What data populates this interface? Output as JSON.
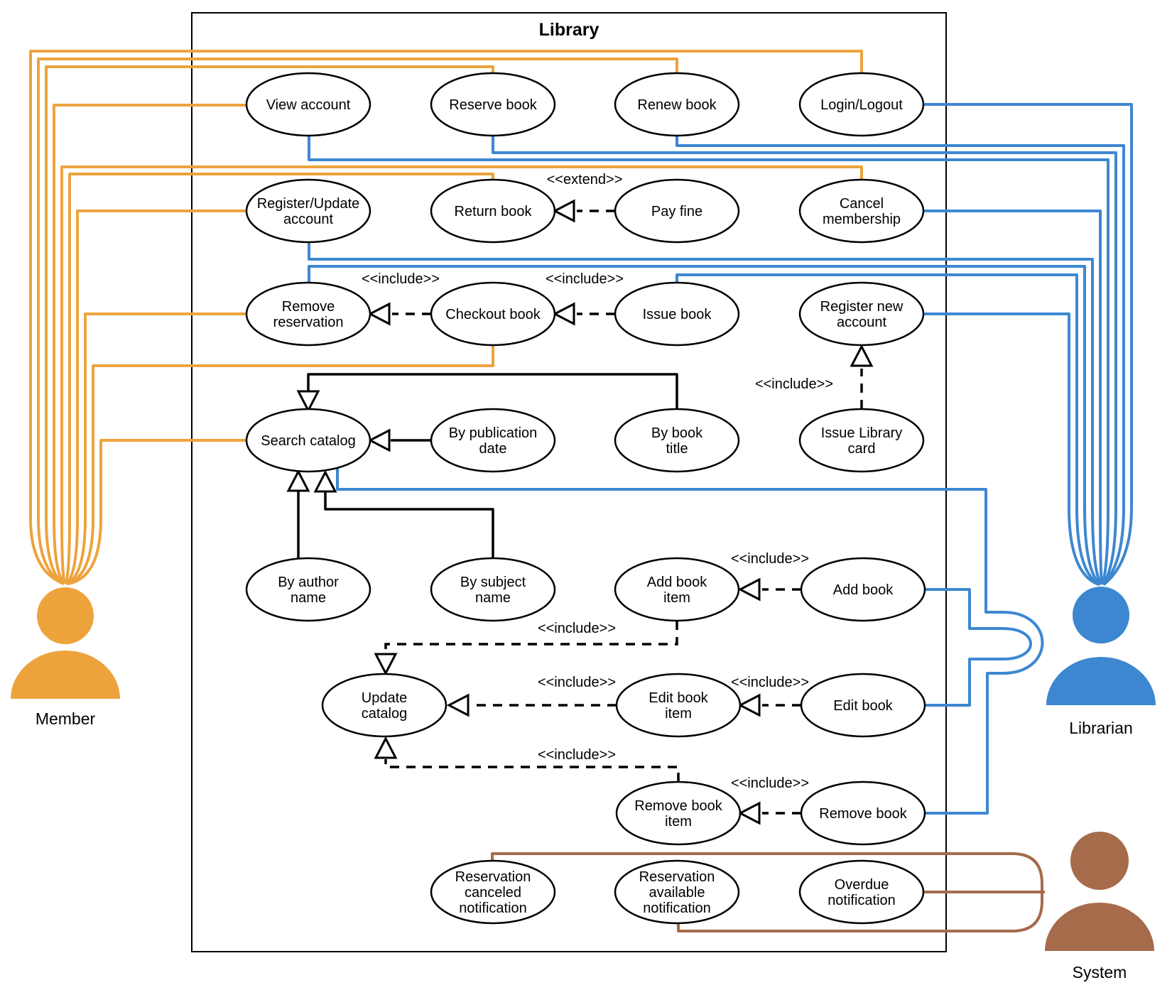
{
  "diagram": {
    "boundary_title": "Library",
    "type": "uml-use-case-diagram"
  },
  "colors": {
    "member": "#EDA33C",
    "librarian": "#3D87D1",
    "system": "#A66B4B",
    "node_stroke": "#000000",
    "node_fill": "#ffffff"
  },
  "actors": [
    {
      "id": "member",
      "label": "Member"
    },
    {
      "id": "librarian",
      "label": "Librarian"
    },
    {
      "id": "system",
      "label": "System"
    }
  ],
  "use_cases": [
    {
      "id": "view-account",
      "label": "View account",
      "lines": [
        "View account"
      ]
    },
    {
      "id": "reserve-book",
      "label": "Reserve book",
      "lines": [
        "Reserve book"
      ]
    },
    {
      "id": "renew-book",
      "label": "Renew book",
      "lines": [
        "Renew book"
      ]
    },
    {
      "id": "login-logout",
      "label": "Login/Logout",
      "lines": [
        "Login/Logout"
      ]
    },
    {
      "id": "register-update-account",
      "label": "Register/Update account",
      "lines": [
        "Register/Update",
        "account"
      ]
    },
    {
      "id": "return-book",
      "label": "Return book",
      "lines": [
        "Return book"
      ]
    },
    {
      "id": "pay-fine",
      "label": "Pay fine",
      "lines": [
        "Pay fine"
      ]
    },
    {
      "id": "cancel-membership",
      "label": "Cancel membership",
      "lines": [
        "Cancel",
        "membership"
      ]
    },
    {
      "id": "remove-reservation",
      "label": "Remove reservation",
      "lines": [
        "Remove",
        "reservation"
      ]
    },
    {
      "id": "checkout-book",
      "label": "Checkout book",
      "lines": [
        "Checkout book"
      ]
    },
    {
      "id": "issue-book",
      "label": "Issue book",
      "lines": [
        "Issue book"
      ]
    },
    {
      "id": "register-new-account",
      "label": "Register new account",
      "lines": [
        "Register new",
        "account"
      ]
    },
    {
      "id": "search-catalog",
      "label": "Search catalog",
      "lines": [
        "Search catalog"
      ]
    },
    {
      "id": "by-publication-date",
      "label": "By publication date",
      "lines": [
        "By publication",
        "date"
      ]
    },
    {
      "id": "by-book-title",
      "label": "By book title",
      "lines": [
        "By book",
        "title"
      ]
    },
    {
      "id": "issue-library-card",
      "label": "Issue Library card",
      "lines": [
        "Issue Library",
        "card"
      ]
    },
    {
      "id": "by-author-name",
      "label": "By author name",
      "lines": [
        "By author",
        "name"
      ]
    },
    {
      "id": "by-subject-name",
      "label": "By subject name",
      "lines": [
        "By subject",
        "name"
      ]
    },
    {
      "id": "add-book-item",
      "label": "Add book item",
      "lines": [
        "Add book",
        "item"
      ]
    },
    {
      "id": "add-book",
      "label": "Add book",
      "lines": [
        "Add book"
      ]
    },
    {
      "id": "update-catalog",
      "label": "Update catalog",
      "lines": [
        "Update",
        "catalog"
      ]
    },
    {
      "id": "edit-book-item",
      "label": "Edit book item",
      "lines": [
        "Edit book",
        "item"
      ]
    },
    {
      "id": "edit-book",
      "label": "Edit book",
      "lines": [
        "Edit book"
      ]
    },
    {
      "id": "remove-book-item",
      "label": "Remove book item",
      "lines": [
        "Remove book",
        "item"
      ]
    },
    {
      "id": "remove-book",
      "label": "Remove book",
      "lines": [
        "Remove book"
      ]
    },
    {
      "id": "reservation-canceled-notification",
      "label": "Reservation canceled notification",
      "lines": [
        "Reservation",
        "canceled",
        "notification"
      ]
    },
    {
      "id": "reservation-available-notification",
      "label": "Reservation available notification",
      "lines": [
        "Reservation",
        "available",
        "notification"
      ]
    },
    {
      "id": "overdue-notification",
      "label": "Overdue notification",
      "lines": [
        "Overdue",
        "notification"
      ]
    }
  ],
  "stereotypes": [
    {
      "id": "extend-payfine-returnbook",
      "text": "<<extend>>"
    },
    {
      "id": "include-checkout-removereservation",
      "text": "<<include>>"
    },
    {
      "id": "include-issuebook-checkout",
      "text": "<<include>>"
    },
    {
      "id": "include-issuecard-registernew",
      "text": "<<include>>"
    },
    {
      "id": "include-addbook-addbookitem",
      "text": "<<include>>"
    },
    {
      "id": "include-addbookitem-updatecatalog",
      "text": "<<include>>"
    },
    {
      "id": "include-editbookitem-updatecatalog",
      "text": "<<include>>"
    },
    {
      "id": "include-editbook-editbookitem",
      "text": "<<include>>"
    },
    {
      "id": "include-removebookitem-updatecatalog",
      "text": "<<include>>"
    },
    {
      "id": "include-removebook-removebookitem",
      "text": "<<include>>"
    }
  ],
  "relationships": {
    "member_associations": [
      "Login/Logout",
      "Renew book",
      "Reserve book",
      "View account",
      "Cancel membership",
      "Return book",
      "Register/Update account",
      "Remove reservation",
      "Checkout book",
      "Search catalog"
    ],
    "librarian_associations": [
      "Login/Logout",
      "View account",
      "Reserve book",
      "Renew book",
      "Cancel membership",
      "Register/Update account",
      "Remove reservation",
      "Issue book",
      "Register new account",
      "Search catalog",
      "Add book",
      "Edit book",
      "Remove book"
    ],
    "system_associations": [
      "Reservation canceled notification",
      "Reservation available notification",
      "Overdue notification"
    ],
    "includes": [
      [
        "Checkout book",
        "Remove reservation"
      ],
      [
        "Issue book",
        "Checkout book"
      ],
      [
        "Issue Library card",
        "Register new account"
      ],
      [
        "Add book",
        "Add book item"
      ],
      [
        "Add book item",
        "Update catalog"
      ],
      [
        "Edit book",
        "Edit book item"
      ],
      [
        "Edit book item",
        "Update catalog"
      ],
      [
        "Remove book",
        "Remove book item"
      ],
      [
        "Remove book item",
        "Update catalog"
      ]
    ],
    "extends": [
      [
        "Pay fine",
        "Return book"
      ]
    ],
    "generalizations": [
      [
        "By publication date",
        "Search catalog"
      ],
      [
        "By book title",
        "Search catalog"
      ],
      [
        "By author name",
        "Search catalog"
      ],
      [
        "By subject name",
        "Search catalog"
      ]
    ]
  }
}
